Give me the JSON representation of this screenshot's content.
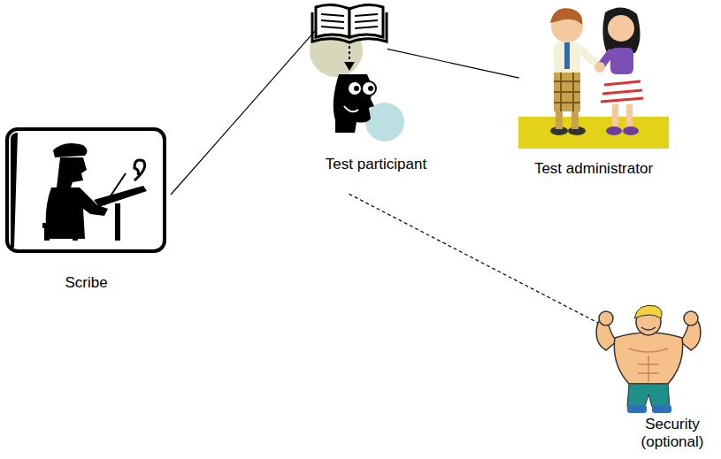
{
  "diagram": {
    "nodes": [
      {
        "text": [
          "Test participant"
        ]
      },
      {
        "text": [
          "Test administrator"
        ]
      },
      {
        "text": [
          "Scribe"
        ]
      },
      {
        "text": [
          "Security (optional)"
        ]
      }
    ],
    "edges": [
      {
        "from": 2,
        "to": 0,
        "arrow": "none"
      },
      {
        "from": 0,
        "to": 1,
        "arrow": "none"
      },
      {
        "from": 0,
        "to": 3,
        "arrow": "none"
      }
    ]
  }
}
